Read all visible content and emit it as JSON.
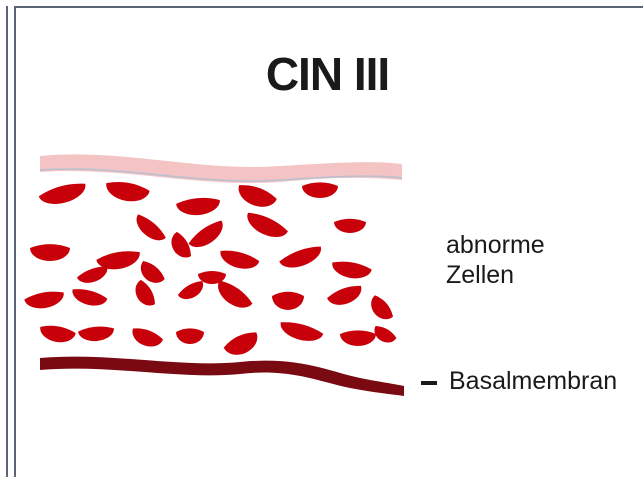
{
  "title": "CIN III",
  "labels": {
    "abnormal_cells_line1": "abnorme",
    "abnormal_cells_line2": "Zellen",
    "basal_membrane": "Basalmembran"
  },
  "colors": {
    "cell": "#c8000a",
    "cell_dark": "#8a0008",
    "surface_layer": "#f4c4c4",
    "basal_membrane": "#7a0a12",
    "frame": "#5a6478"
  }
}
